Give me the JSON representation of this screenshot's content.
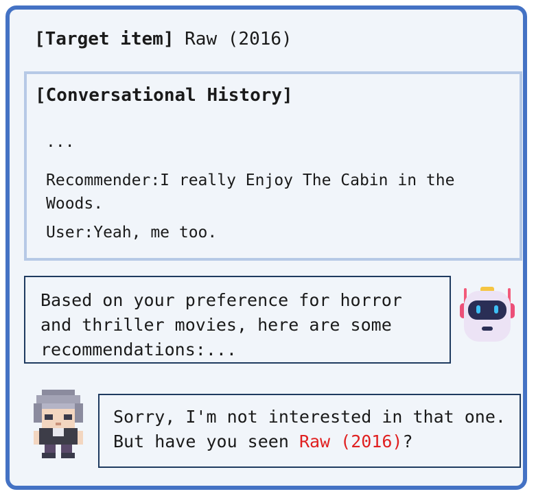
{
  "target": {
    "label": "[Target item]",
    "value": "Raw (2016)"
  },
  "history": {
    "title": "[Conversational History]",
    "lines": [
      "...",
      "Recommender:I really Enjoy The Cabin in the Woods.",
      "User:Yeah, me too."
    ]
  },
  "bot": {
    "message": "Based on your preference for horror and thriller movies, here are some recommendations:...",
    "icon": "robot-icon"
  },
  "user": {
    "message_before": "Sorry, I'm not interested in that one. But have you seen ",
    "highlight": "Raw (2016)",
    "message_after": "?",
    "icon": "user-avatar-icon"
  },
  "colors": {
    "frame": "#4472c4",
    "history_border": "#b6c9e6",
    "bubble_border": "#1e3a5f",
    "highlight": "#e02020",
    "background": "#f1f5fa"
  }
}
